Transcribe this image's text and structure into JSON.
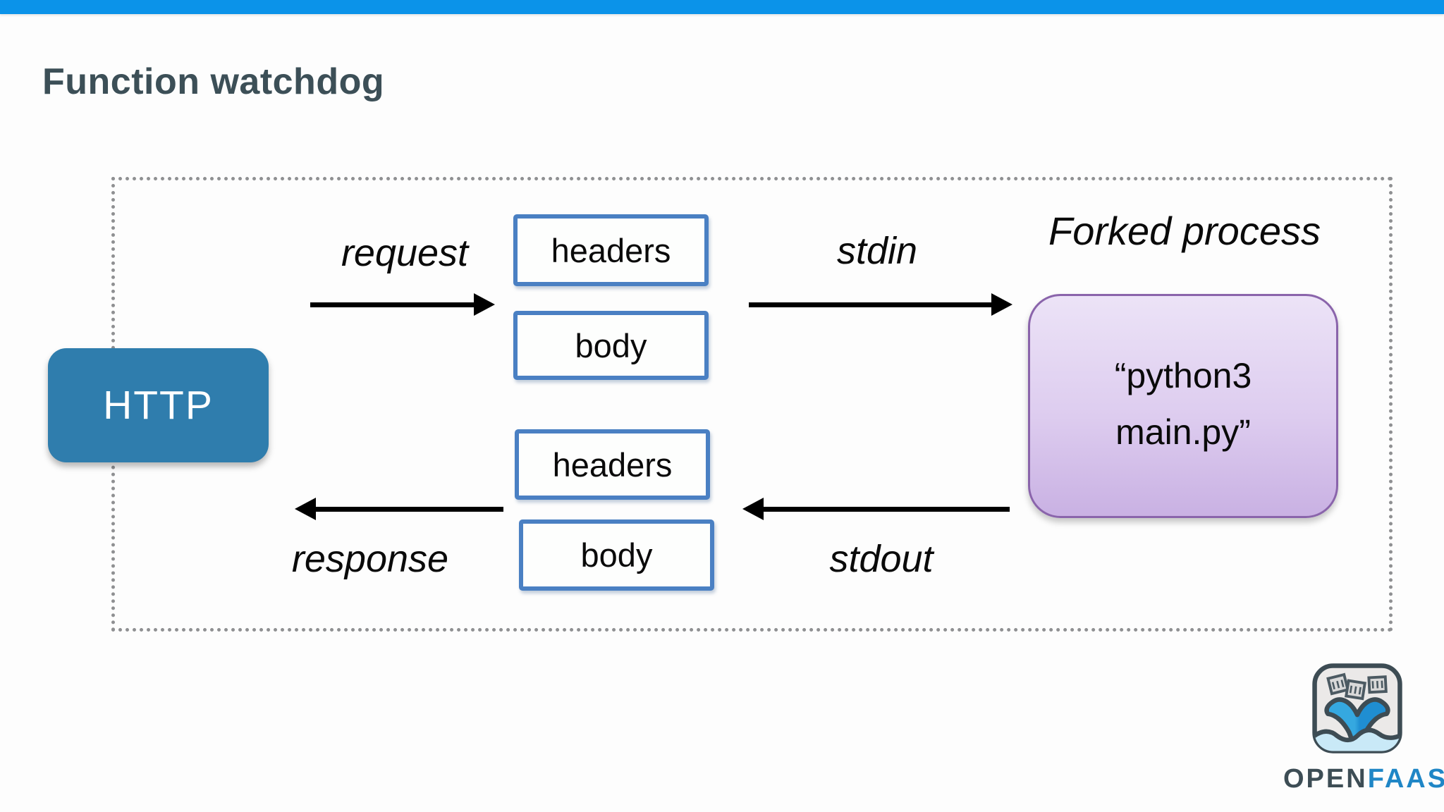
{
  "slide": {
    "title": "Function watchdog"
  },
  "diagram": {
    "http_label": "HTTP",
    "request_label": "request",
    "stdin_label": "stdin",
    "response_label": "response",
    "stdout_label": "stdout",
    "forked_process_label": "Forked process",
    "request_headers_label": "headers",
    "request_body_label": "body",
    "response_headers_label": "headers",
    "response_body_label": "body",
    "process_command_line1": "“python3",
    "process_command_line2": "main.py”"
  },
  "logo": {
    "brand_prefix": "OPEN",
    "brand_suffix": "FAAS",
    "icon": "openfaas-whale-tail-icon"
  },
  "colors": {
    "topbar_blue": "#0b93e9",
    "title_slate": "#3c4f57",
    "http_box_blue": "#2f7dad",
    "field_border_blue": "#4a80c3",
    "process_gradient_top": "#ece3f7",
    "process_gradient_bottom": "#c9b1e3",
    "process_border_purple": "#8a64ab",
    "dotted_frame_gray": "#8f9092",
    "brand_prefix_color": "#3d4d55",
    "brand_suffix_color": "#1f86c6"
  }
}
